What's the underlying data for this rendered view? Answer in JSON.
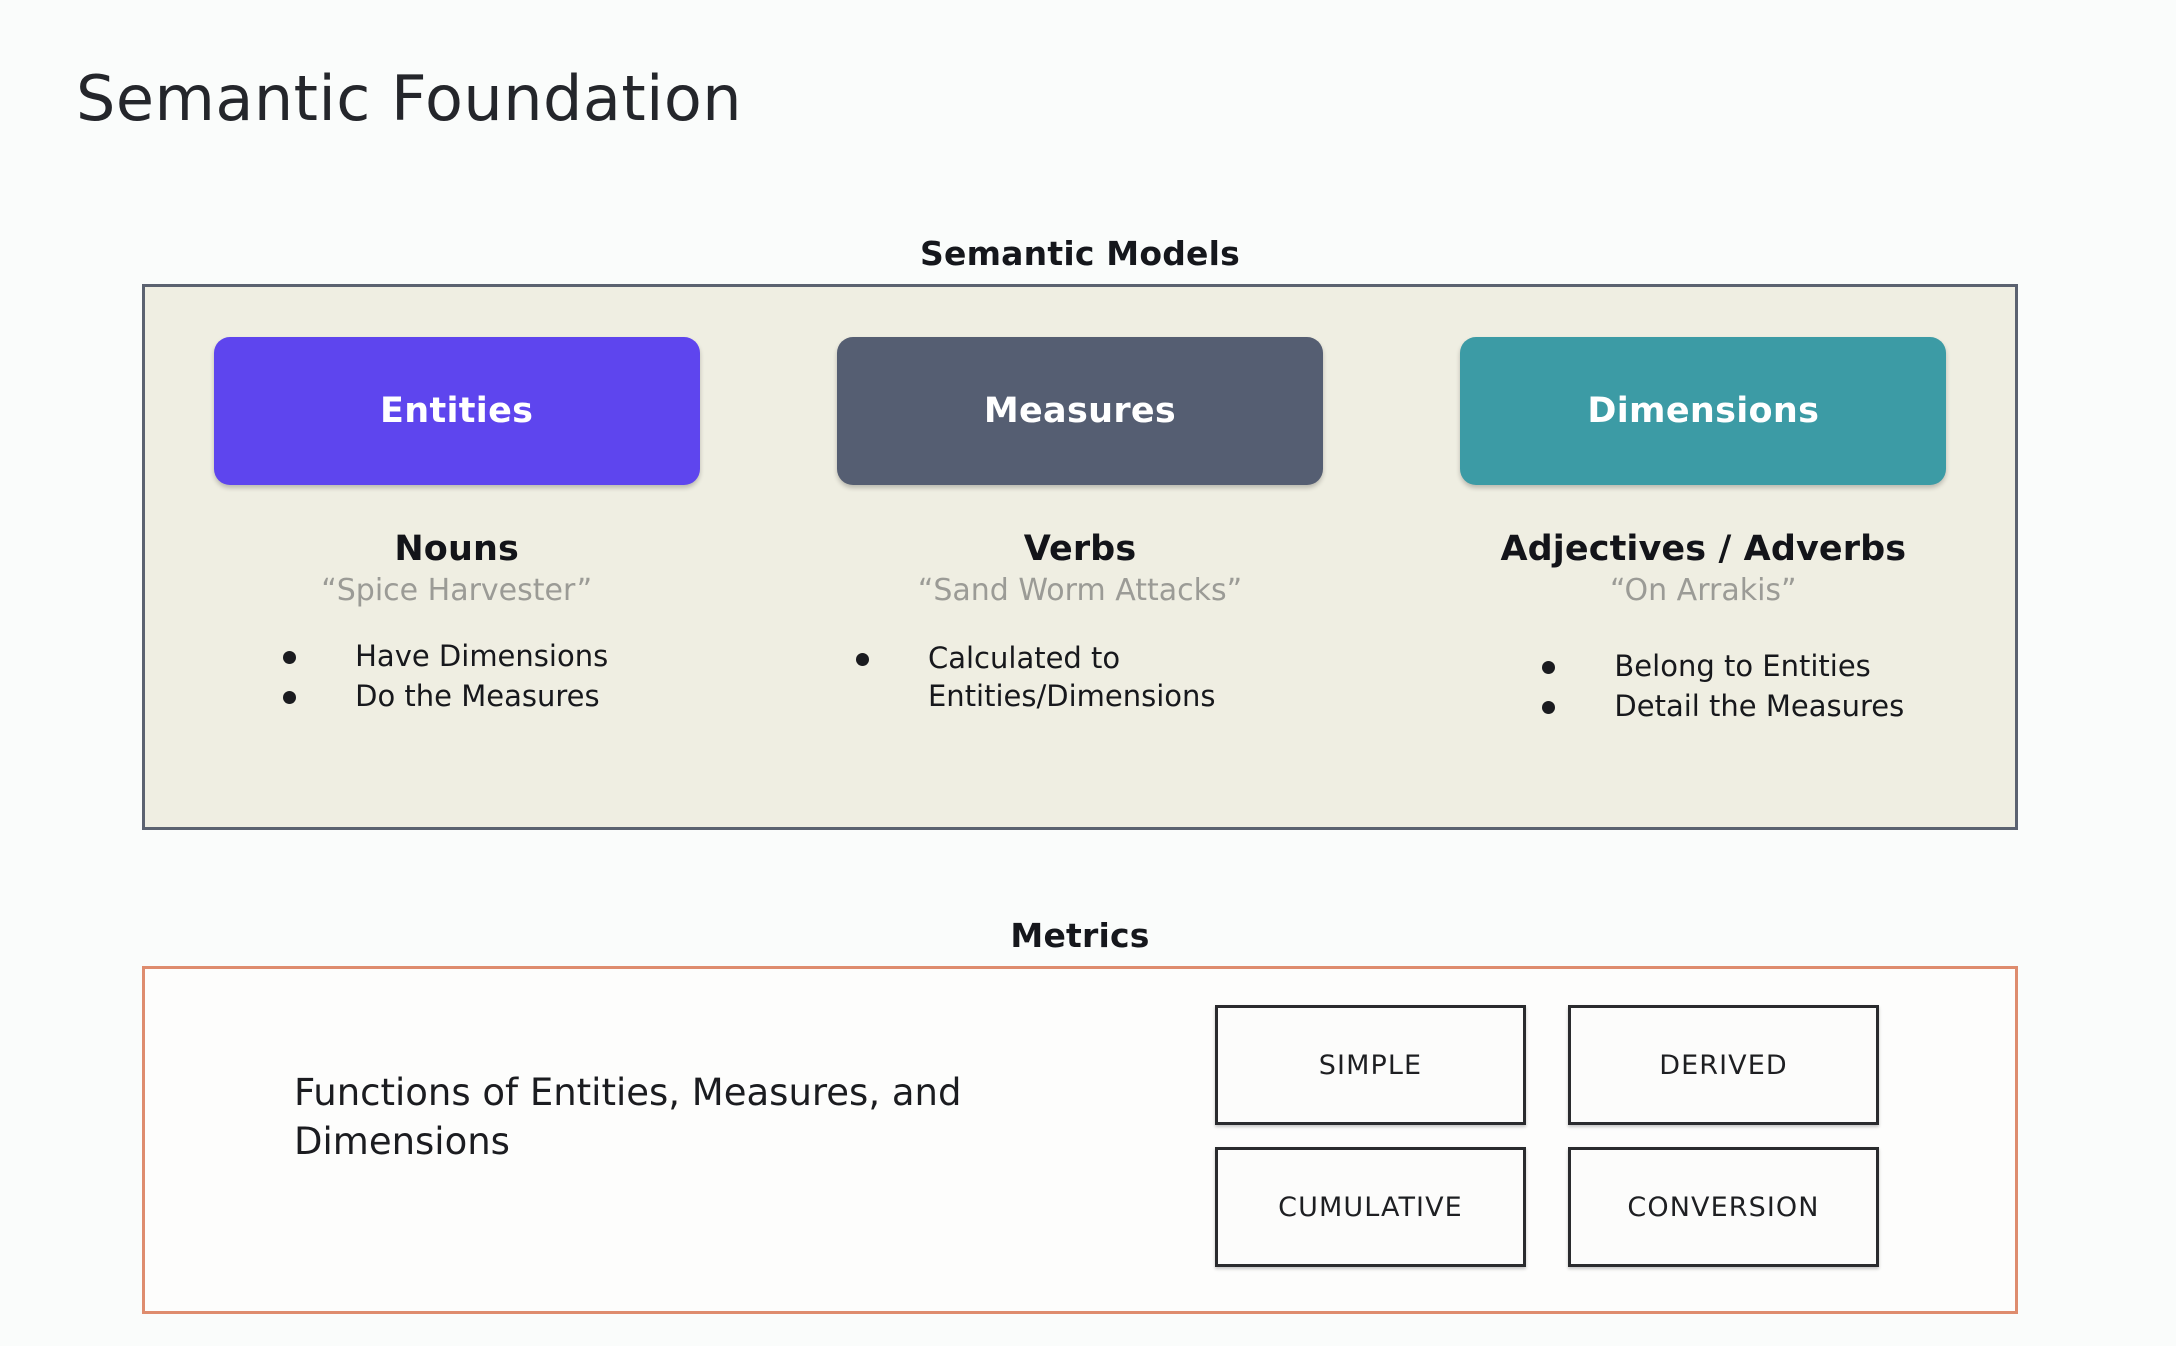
{
  "slide": {
    "title": "Semantic Foundation"
  },
  "semantic_models": {
    "header": "Semantic Models",
    "panel_bg": "#efeee2",
    "panel_border": "#5b6270",
    "columns": [
      {
        "chip_label": "Entities",
        "chip_color": "#5e45ee",
        "part_of_speech": "Nouns",
        "example": "“Spice Harvester”",
        "bullets": [
          "Have Dimensions",
          "Do the Measures"
        ]
      },
      {
        "chip_label": "Measures",
        "chip_color": "#555e72",
        "part_of_speech": "Verbs",
        "example": "“Sand Worm Attacks”",
        "bullets": [
          "Calculated to Entities/Dimensions"
        ]
      },
      {
        "chip_label": "Dimensions",
        "chip_color": "#3c9ba5",
        "part_of_speech": "Adjectives / Adverbs",
        "example": "“On Arrakis”",
        "bullets": [
          "Belong to Entities",
          "Detail the Measures"
        ]
      }
    ]
  },
  "metrics": {
    "header": "Metrics",
    "panel_border": "#de8c6e",
    "description": "Functions of Entities, Measures, and Dimensions",
    "types": [
      {
        "label": "SIMPLE"
      },
      {
        "label": "DERIVED"
      },
      {
        "label": "CUMULATIVE"
      },
      {
        "label": "CONVERSION"
      }
    ]
  }
}
